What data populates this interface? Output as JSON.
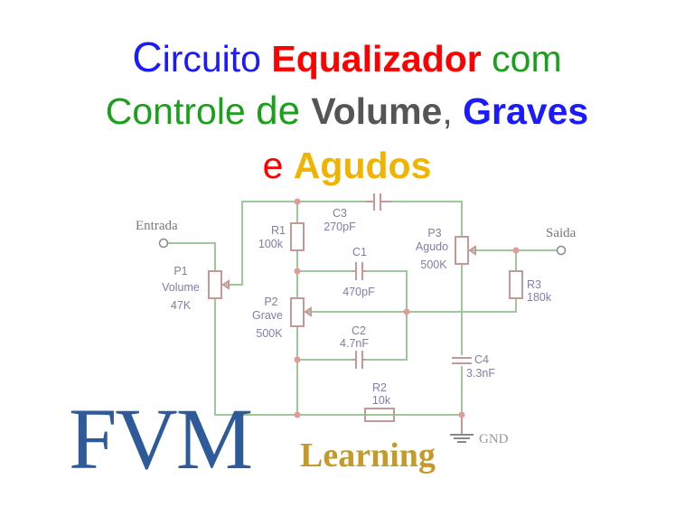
{
  "title": {
    "line1": [
      {
        "text": "C",
        "color": "#1a1aff"
      },
      {
        "text": "ircuito ",
        "color": "#1a1aff"
      },
      {
        "text": "Equalizador",
        "color": "#ff0000",
        "bold": true
      },
      {
        "text": " com",
        "color": "#22aa22"
      }
    ],
    "line1_parts": [
      "C",
      "ircuito ",
      "Equalizador",
      " com"
    ],
    "line2_parts": [
      "Controle ",
      "de ",
      "Volume",
      ", ",
      "Graves"
    ],
    "line3_parts": [
      "e ",
      "Agudos"
    ]
  },
  "colors": {
    "blue": "#1a1aff",
    "red": "#ff0000",
    "green": "#1aa01a",
    "gray": "#555555",
    "gold": "#f0b400",
    "wire": "#9cc89a",
    "component": "#c79898"
  },
  "circuit": {
    "input": "Entrada",
    "output": "Saida",
    "P1": {
      "name": "P1",
      "role": "Volume",
      "value": "47K"
    },
    "P2": {
      "name": "P2",
      "role": "Grave",
      "value": "500K"
    },
    "P3": {
      "name": "P3",
      "role": "Agudo",
      "value": "500K"
    },
    "R1": {
      "name": "R1",
      "value": "100k"
    },
    "R2": {
      "name": "R2",
      "value": "10k"
    },
    "R3": {
      "name": "R3",
      "value": "180k"
    },
    "C1": {
      "name": "C1",
      "value": "470pF"
    },
    "C2": {
      "name": "C2",
      "value": "4.7nF"
    },
    "C3": {
      "name": "C3",
      "value": "270pF"
    },
    "C4": {
      "name": "C4",
      "value": "3.3nF"
    },
    "ground": "GND"
  },
  "logo": {
    "main": "FVM",
    "sub": "Learning"
  }
}
